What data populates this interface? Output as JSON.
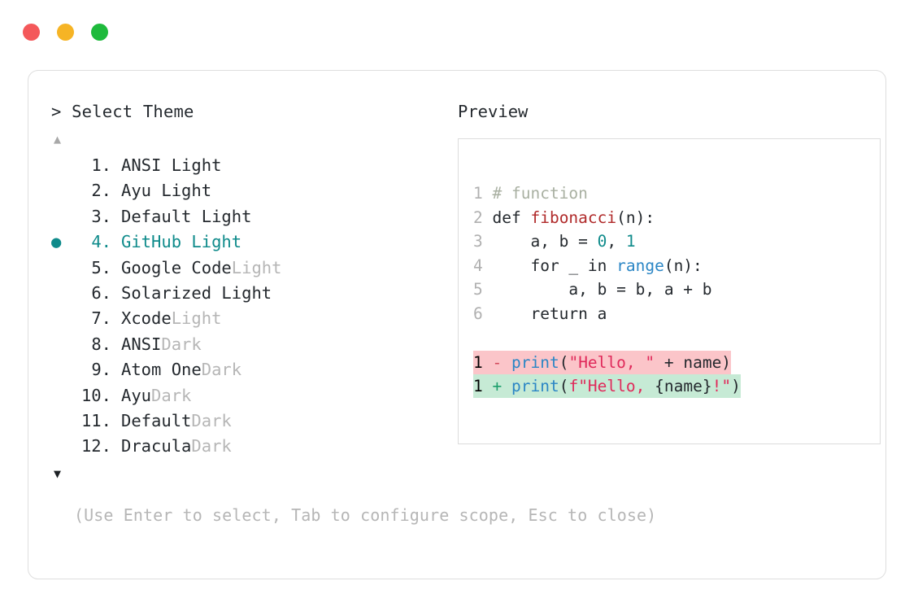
{
  "window": {
    "traffic_lights": [
      {
        "name": "close",
        "color": "#f4585a"
      },
      {
        "name": "minimize",
        "color": "#f6b425"
      },
      {
        "name": "maximize",
        "color": "#1eba3c"
      }
    ]
  },
  "accent_color": "#0f8b8b",
  "prompt": {
    "marker": ">",
    "title": "Select Theme",
    "full": "> Select Theme"
  },
  "scroll": {
    "up_arrow": "▲",
    "down_arrow": "▼"
  },
  "selection": {
    "bullet": "●",
    "selected_index": 4,
    "selected_label": "GitHub Light"
  },
  "themes": [
    {
      "index": "1.",
      "name": "ANSI Light",
      "variant": "",
      "selected": false
    },
    {
      "index": "2.",
      "name": "Ayu Light",
      "variant": "",
      "selected": false
    },
    {
      "index": "3.",
      "name": "Default Light",
      "variant": "",
      "selected": false
    },
    {
      "index": "4.",
      "name": "GitHub Light",
      "variant": "",
      "selected": true
    },
    {
      "index": "5.",
      "name": "Google Code",
      "variant": "Light",
      "selected": false
    },
    {
      "index": "6.",
      "name": "Solarized Light",
      "variant": "",
      "selected": false
    },
    {
      "index": "7.",
      "name": "Xcode",
      "variant": "Light",
      "selected": false
    },
    {
      "index": "8.",
      "name": "ANSI",
      "variant": "Dark",
      "selected": false
    },
    {
      "index": "9.",
      "name": "Atom One",
      "variant": "Dark",
      "selected": false
    },
    {
      "index": "10.",
      "name": "Ayu",
      "variant": "Dark",
      "selected": false
    },
    {
      "index": "11.",
      "name": "Default",
      "variant": "Dark",
      "selected": false
    },
    {
      "index": "12.",
      "name": "Dracula",
      "variant": "Dark",
      "selected": false
    }
  ],
  "preview": {
    "title": "Preview",
    "code_lines": [
      {
        "n": "1",
        "text": "# function"
      },
      {
        "n": "2",
        "text": "def fibonacci(n):"
      },
      {
        "n": "3",
        "text": "    a, b = 0, 1"
      },
      {
        "n": "4",
        "text": "    for _ in range(n):"
      },
      {
        "n": "5",
        "text": "        a, b = b, a + b"
      },
      {
        "n": "6",
        "text": "    return a"
      }
    ],
    "diff_lines": [
      {
        "n": "1",
        "marker": "-",
        "text": "print(\"Hello, \" + name)",
        "kind": "deleted"
      },
      {
        "n": "1",
        "marker": "+",
        "text": "print(f\"Hello, {name}!\")",
        "kind": "added"
      }
    ],
    "diff_colors": {
      "deleted_bg": "#fbc5c9",
      "added_bg": "#c6ead5"
    }
  },
  "hint": "(Use Enter to select, Tab to configure scope, Esc to close)"
}
